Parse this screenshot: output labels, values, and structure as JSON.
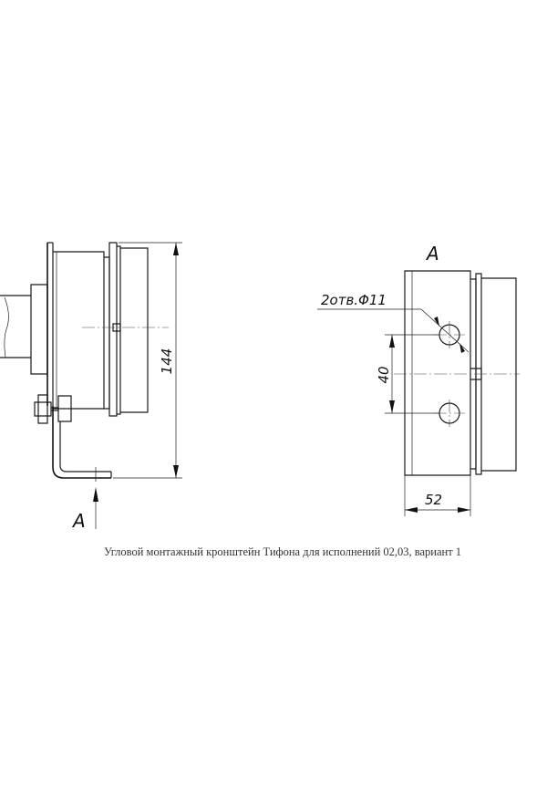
{
  "view_label_side": "A",
  "view_label_top": "A",
  "dimensions": {
    "height": "144",
    "spacing": "40",
    "width": "52",
    "holes": "2отв.Φ11"
  },
  "caption": "Угловой монтажный кронштейн Тифона для исполнений 02,03, вариант 1"
}
